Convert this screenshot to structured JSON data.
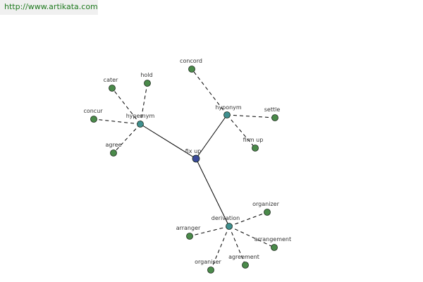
{
  "source_url": "http://www.artikata.com",
  "colors": {
    "center": "#3a4a9a",
    "category": "#3f8f8f",
    "leaf": "#4a8a4a",
    "outline": "#1a2a1a",
    "banner_text": "#1f7a1f"
  },
  "nodes": [
    {
      "id": "fix-up",
      "label": "fix up",
      "kind": "center"
    },
    {
      "id": "hypernym",
      "label": "hypernym",
      "kind": "category"
    },
    {
      "id": "hyponym",
      "label": "hyponym",
      "kind": "category"
    },
    {
      "id": "derivation",
      "label": "derivation",
      "kind": "category"
    },
    {
      "id": "cater",
      "label": "cater",
      "kind": "leaf"
    },
    {
      "id": "hold",
      "label": "hold",
      "kind": "leaf"
    },
    {
      "id": "concur",
      "label": "concur",
      "kind": "leaf"
    },
    {
      "id": "agree",
      "label": "agree",
      "kind": "leaf"
    },
    {
      "id": "concord",
      "label": "concord",
      "kind": "leaf"
    },
    {
      "id": "settle",
      "label": "settle",
      "kind": "leaf"
    },
    {
      "id": "firm-up",
      "label": "firm up",
      "kind": "leaf"
    },
    {
      "id": "organizer",
      "label": "organizer",
      "kind": "leaf"
    },
    {
      "id": "arranger",
      "label": "arranger",
      "kind": "leaf"
    },
    {
      "id": "arrangement",
      "label": "arrangement",
      "kind": "leaf"
    },
    {
      "id": "agreement",
      "label": "agreement",
      "kind": "leaf"
    },
    {
      "id": "organiser",
      "label": "organiser",
      "kind": "leaf"
    }
  ],
  "edges": [
    {
      "from": "fix-up",
      "to": "hypernym",
      "style": "solid"
    },
    {
      "from": "fix-up",
      "to": "hyponym",
      "style": "solid"
    },
    {
      "from": "fix-up",
      "to": "derivation",
      "style": "solid"
    },
    {
      "from": "hypernym",
      "to": "cater",
      "style": "dashed"
    },
    {
      "from": "hypernym",
      "to": "hold",
      "style": "dashed"
    },
    {
      "from": "hypernym",
      "to": "concur",
      "style": "dashed"
    },
    {
      "from": "hypernym",
      "to": "agree",
      "style": "dashed"
    },
    {
      "from": "hyponym",
      "to": "concord",
      "style": "dashed"
    },
    {
      "from": "hyponym",
      "to": "settle",
      "style": "dashed"
    },
    {
      "from": "hyponym",
      "to": "firm-up",
      "style": "dashed"
    },
    {
      "from": "derivation",
      "to": "organizer",
      "style": "dashed"
    },
    {
      "from": "derivation",
      "to": "arranger",
      "style": "dashed"
    },
    {
      "from": "derivation",
      "to": "arrangement",
      "style": "dashed"
    },
    {
      "from": "derivation",
      "to": "agreement",
      "style": "dashed"
    },
    {
      "from": "derivation",
      "to": "organiser",
      "style": "dashed"
    }
  ]
}
